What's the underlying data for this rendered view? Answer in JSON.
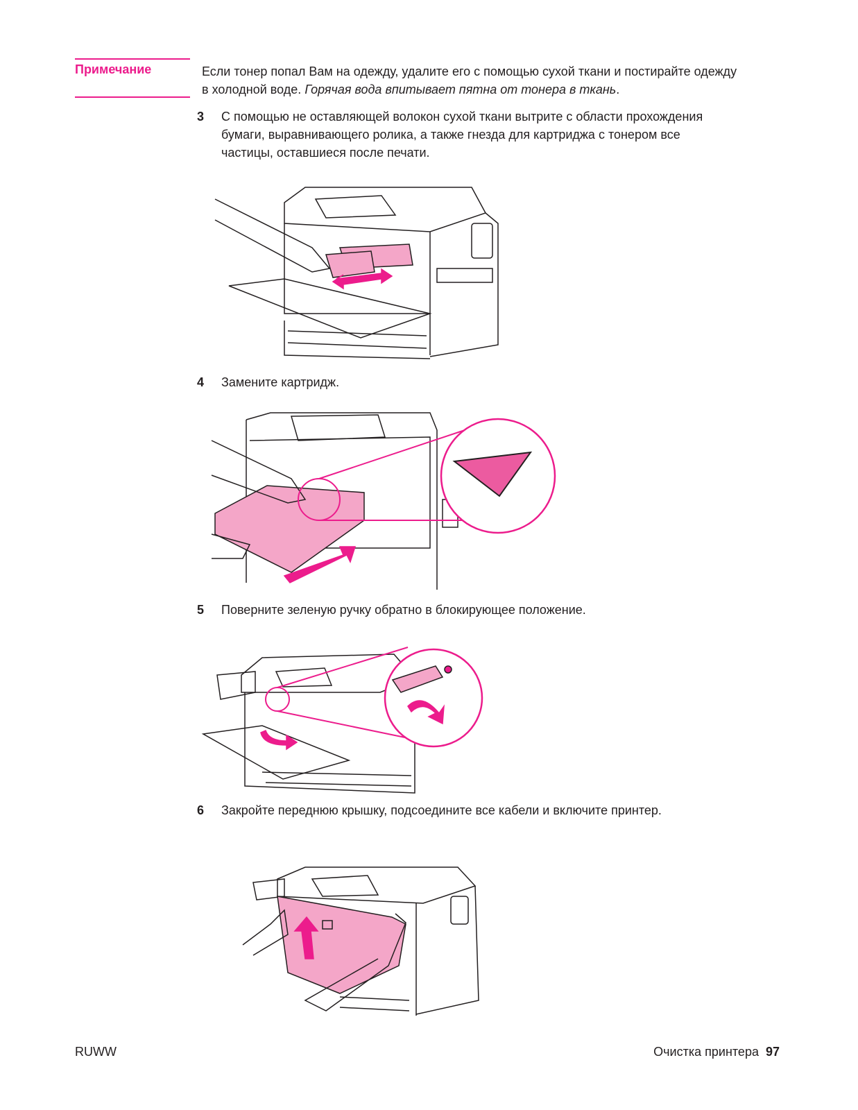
{
  "note": {
    "label": "Примечание",
    "text_line1": "Если тонер попал Вам на одежду, удалите его с помощью сухой ткани и постирайте одежду",
    "text_line2_plain": "в холодной воде. ",
    "text_line2_italic": "Горячая вода впитывает пятна от тонера в ткань",
    "text_line2_end": "."
  },
  "steps": [
    {
      "num": "3",
      "lines": [
        "С помощью не оставляющей волокон сухой ткани вытрите с области прохождения",
        "бумаги, выравнивающего ролика, а также гнезда для картриджа с тонером все",
        "частицы, оставшиеся после печати."
      ]
    },
    {
      "num": "4",
      "lines": [
        "Замените картридж."
      ]
    },
    {
      "num": "5",
      "lines": [
        "Поверните зеленую ручку обратно в блокирующее положение."
      ]
    },
    {
      "num": "6",
      "lines": [
        "Закройте переднюю крышку, подсоедините все кабели и включите принтер."
      ]
    }
  ],
  "footer": {
    "left": "RUWW",
    "section": "Очистка принтера",
    "page": "97"
  },
  "colors": {
    "accent": "#ec1c8c",
    "highlight_fill": "#f4a6c8",
    "line": "#231f20"
  }
}
